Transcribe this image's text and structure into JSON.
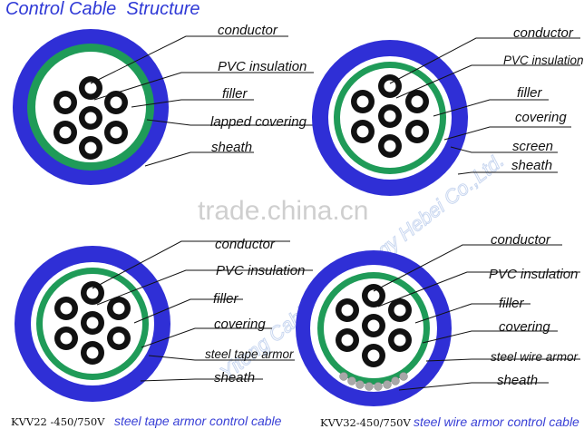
{
  "title": "Control Cable  Structure",
  "watermark": "trade.china.cn",
  "watermark_company": "Yiteng Cable Technology Hebei Co.,Ltd.",
  "colors": {
    "sheath": "#2f2fd6",
    "covering_green": "#1f9b58",
    "conductor": "#111111",
    "insulation_ring": "#ffffff",
    "caption": "#3940d6",
    "steel_wire": "#a8a8a8"
  },
  "cables": {
    "top_left": {
      "labels": [
        "conductor",
        "PVC insulation",
        "filler",
        "lapped covering",
        "sheath"
      ]
    },
    "top_right": {
      "labels": [
        "conductor",
        "PVC insulation",
        "filler",
        "covering",
        "screen",
        "sheath"
      ]
    },
    "bottom_left": {
      "labels": [
        "conductor",
        "PVC insulation",
        "filler",
        "covering",
        "steel tape armor",
        "sheath"
      ],
      "model": "KVV22 -450/750V",
      "caption": "steel tape armor control cable"
    },
    "bottom_right": {
      "labels": [
        "conductor",
        "PVC insulation",
        "filler",
        "covering",
        "steel wire armor",
        "sheath"
      ],
      "model": "KVV32-450/750V",
      "caption": "steel wire armor control cable"
    }
  }
}
